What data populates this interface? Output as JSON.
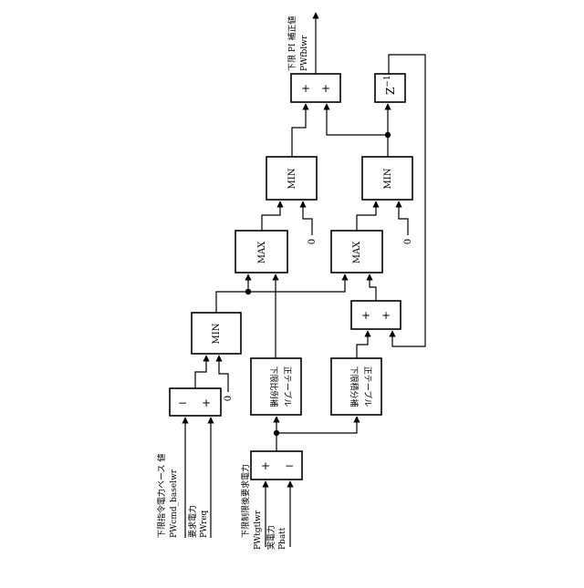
{
  "diagram": {
    "inputs": {
      "base_label": "下限指令電力ベース 値",
      "base_var": "PWcmd_baselwr",
      "req_label": "要求電力",
      "req_var": "PWreq",
      "target_label": "下限制限後要求電力",
      "target_var": "PWtgtlwr",
      "actual_label": "実電力",
      "actual_var": "Pbatt"
    },
    "output": {
      "label": "下限 PI 補正値",
      "var": "PWfblwr"
    },
    "blocks": {
      "sub_left": {
        "minus": "−",
        "plus": "+"
      },
      "sub_err": {
        "plus": "+",
        "minus": "−"
      },
      "min_left": "MIN",
      "max_mid": "MAX",
      "min_mid": "MIN",
      "sum_out": {
        "p1": "+",
        "p2": "+"
      },
      "delay": "Z",
      "delay_sup": "−1",
      "prop_table": {
        "line1": "下限比例補",
        "line2": "正テーブル"
      },
      "int_table": {
        "line1": "下限積分補",
        "line2": "正テーブル"
      },
      "sum_int": {
        "p1": "+",
        "p2": "+"
      },
      "max_int": "MAX",
      "min_int": "MIN"
    },
    "constants": {
      "zero_a": "0",
      "zero_b": "0",
      "zero_c": "0"
    }
  }
}
